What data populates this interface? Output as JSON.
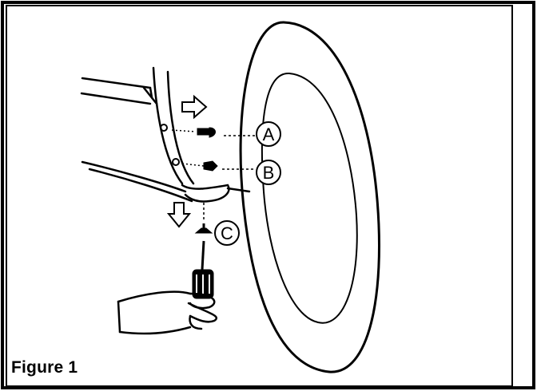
{
  "caption": "Figure 1",
  "callouts": [
    {
      "id": "A",
      "label": "A"
    },
    {
      "id": "B",
      "label": "B"
    },
    {
      "id": "C",
      "label": "C"
    }
  ],
  "colors": {
    "ink": "#000000",
    "paper": "#ffffff"
  }
}
